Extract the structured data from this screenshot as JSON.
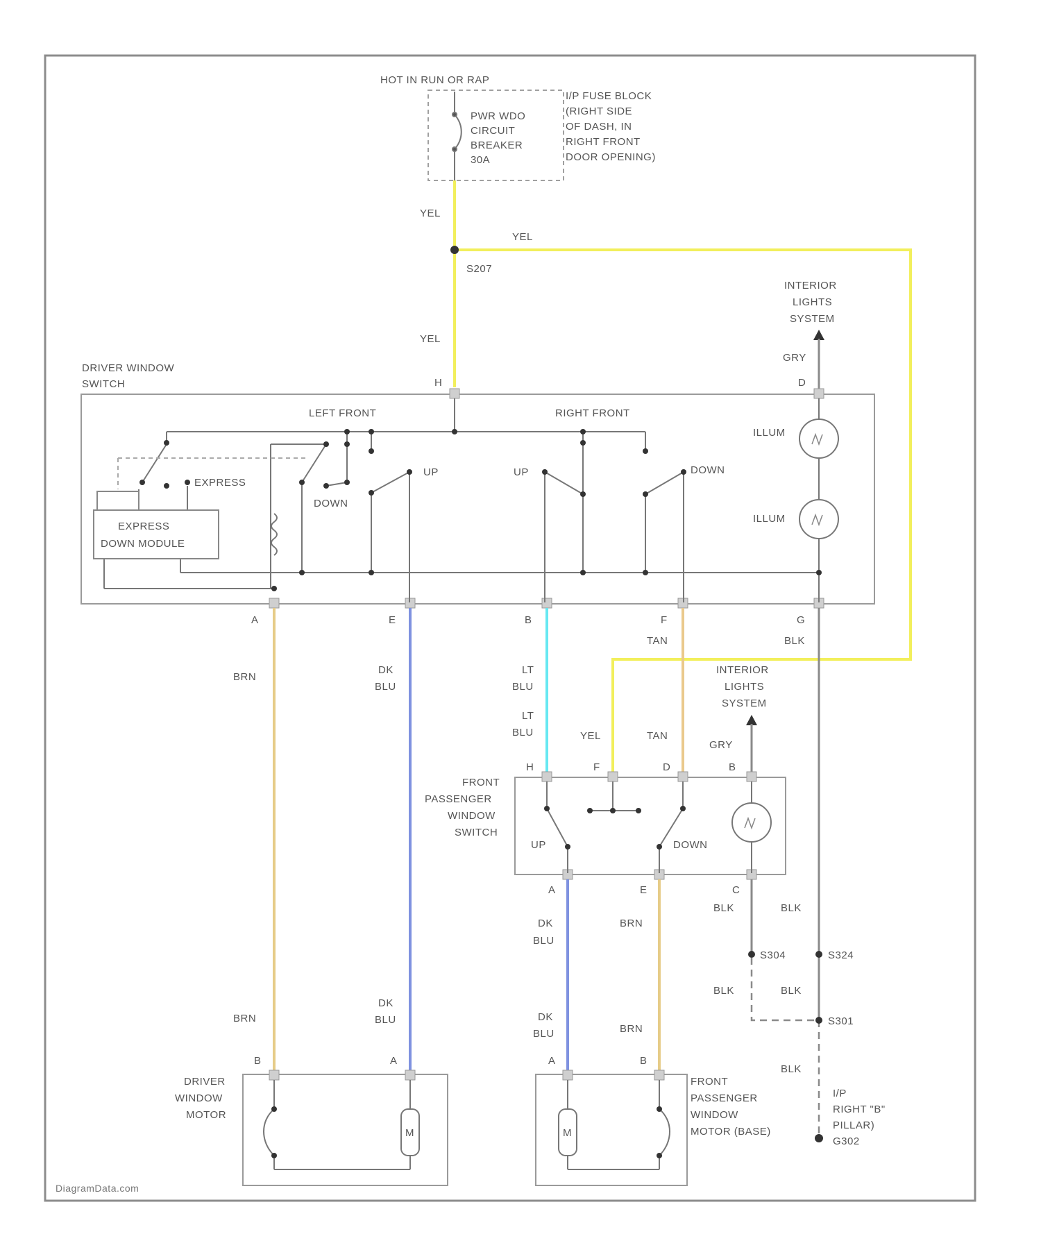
{
  "source": {
    "title": "HOT IN RUN OR RAP",
    "breaker": [
      "PWR WDO",
      "CIRCUIT",
      "BREAKER",
      "30A"
    ],
    "location": [
      "I/P FUSE BLOCK",
      "(RIGHT SIDE",
      "OF DASH, IN",
      "RIGHT FRONT",
      "DOOR OPENING)"
    ]
  },
  "splice_top": "S207",
  "interior_lights": [
    "INTERIOR",
    "LIGHTS",
    "SYSTEM"
  ],
  "driver_switch": {
    "title": [
      "DRIVER WINDOW",
      "SWITCH"
    ],
    "left_front": "LEFT FRONT",
    "right_front": "RIGHT FRONT",
    "express": "EXPRESS",
    "down": "DOWN",
    "up": "UP",
    "illum": "ILLUM",
    "module": [
      "EXPRESS",
      "DOWN MODULE"
    ],
    "pins_top": {
      "h": "H",
      "d": "D"
    },
    "pins_bottom": {
      "a": "A",
      "e": "E",
      "b": "B",
      "f": "F",
      "g": "G"
    }
  },
  "passenger_switch": {
    "title": [
      "FRONT",
      "PASSENGER",
      "WINDOW",
      "SWITCH"
    ],
    "up": "UP",
    "down": "DOWN",
    "pins_top": {
      "h": "H",
      "f": "F",
      "d": "D",
      "b": "B"
    },
    "pins_bottom": {
      "a": "A",
      "e": "E",
      "c": "C"
    }
  },
  "motors": {
    "driver": {
      "title": [
        "DRIVER",
        "WINDOW",
        "MOTOR"
      ],
      "pin_b": "B",
      "pin_a": "A",
      "m": "M"
    },
    "passenger": {
      "title": [
        "FRONT",
        "PASSENGER",
        "WINDOW",
        "MOTOR (BASE)"
      ],
      "pin_a": "A",
      "pin_b": "B",
      "m": "M"
    }
  },
  "wires": {
    "yel": "YEL",
    "gry": "GRY",
    "brn": "BRN",
    "dk": "DK",
    "blu": "BLU",
    "lt": "LT",
    "tan": "TAN",
    "blk": "BLK"
  },
  "splices": {
    "s304": "S304",
    "s324": "S324",
    "s301": "S301"
  },
  "ground": [
    "I/P",
    "RIGHT \"B\"",
    "PILLAR)",
    "G302"
  ],
  "watermark": "DiagramData.com",
  "colors": {
    "yellow": "#f2ef5c",
    "light_blue": "#66e8f2",
    "dark_blue": "#7f92e0",
    "brown": "#e6cc88",
    "tan": "#eac98c",
    "black": "#8a8a8a",
    "gray": "#8a8a8a",
    "frame": "#8c8c8c"
  }
}
